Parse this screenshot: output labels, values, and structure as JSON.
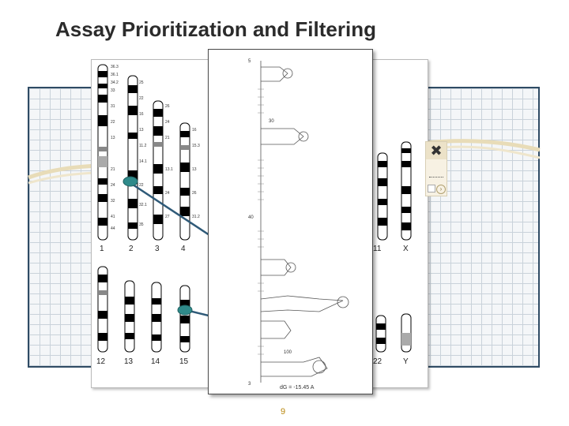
{
  "slide": {
    "title": "Assay Prioritization and Filtering",
    "page_number": "9"
  },
  "karyotype": {
    "row1_labels": [
      "1",
      "2",
      "3",
      "4"
    ],
    "row1_right_labels": [
      "11",
      "X"
    ],
    "row2_labels": [
      "12",
      "13",
      "14",
      "15"
    ],
    "row2_right_labels": [
      "22",
      "Y"
    ],
    "marker_color": "#2f8a8a",
    "connector_color": "#2f5a78"
  },
  "rna_structure": {
    "top_label": "5",
    "bottom_label": "3",
    "mid_label": "40",
    "label_30": "30",
    "label_100": "100",
    "dg_text": "dG = -15.45 A"
  },
  "widget": {
    "close_icon": "close-icon"
  },
  "colors": {
    "grid_border": "#2f4b64",
    "title": "#2b2b2b",
    "page_number": "#b8860b"
  }
}
